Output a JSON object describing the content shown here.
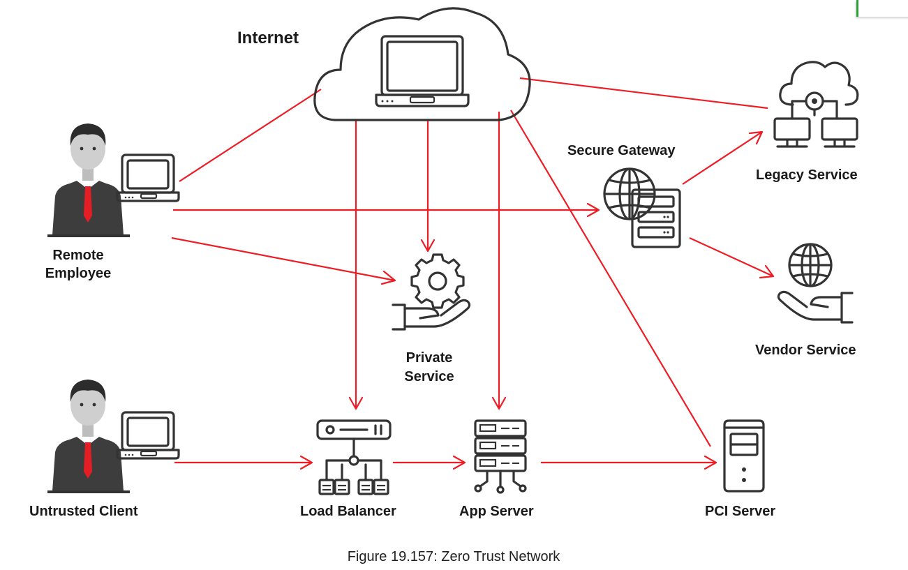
{
  "labels": {
    "internet": "Internet",
    "remote_employee_line1": "Remote",
    "remote_employee_line2": "Employee",
    "untrusted_client": "Untrusted Client",
    "secure_gateway": "Secure Gateway",
    "legacy_service": "Legacy Service",
    "vendor_service": "Vendor Service",
    "private_service_line1": "Private",
    "private_service_line2": "Service",
    "load_balancer": "Load Balancer",
    "app_server": "App Server",
    "pci_server": "PCI Server"
  },
  "caption": "Figure 19.157: Zero Trust Network",
  "colors": {
    "connector": "#ee1c25",
    "icon_stroke": "#333333",
    "person_skin": "#cfcfcf",
    "person_suit": "#3d3d3d",
    "tie": "#e31e24",
    "corner_accent": "#2ea23a"
  },
  "icons": [
    "cloud-laptop-icon",
    "person-laptop-icon",
    "gear-hand-icon",
    "gateway-icon",
    "legacy-service-icon",
    "vendor-service-icon",
    "load-balancer-icon",
    "app-server-icon",
    "pci-server-icon"
  ]
}
